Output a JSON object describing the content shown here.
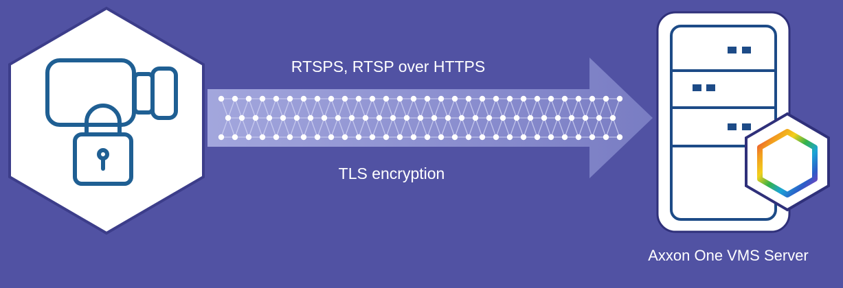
{
  "diagram": {
    "protocol_label": "RTSPS, RTSP over HTTPS",
    "encryption_label": "TLS encryption",
    "server_label": "Axxon One VMS Server"
  },
  "colors": {
    "background": "#5152a3",
    "icon_stroke": "#1f5f93",
    "hexagon_fill": "#ffffff",
    "hexagon_border": "#3c3d8a",
    "arrow_fill": "#8f93d1",
    "arrow_nodes": "#ffffff",
    "server_fill": "#ffffff",
    "server_stroke": "#1d4b87",
    "logo_ring": [
      "#e8333c",
      "#f29a1f",
      "#f2d01c",
      "#35b24a",
      "#1ba4d6",
      "#2c5cc8",
      "#a234b8",
      "#e8333c"
    ]
  },
  "icons": {
    "camera": "lock-camera-icon",
    "server": "server-rack-icon",
    "logo": "axxon-hexagon-logo-icon"
  }
}
